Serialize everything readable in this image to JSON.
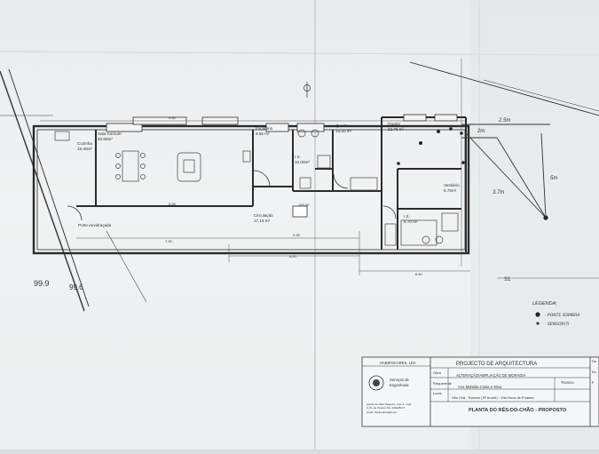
{
  "rooms": {
    "sala": {
      "name": "Sala Comum",
      "area": "50.60m²"
    },
    "cozinha": {
      "name": "Cozinha",
      "area": "15.40m²"
    },
    "escritorio": {
      "name": "Escritório",
      "area": "9.65 m²"
    },
    "quarto1": {
      "name": "Quarto",
      "area": "14.50 m²"
    },
    "quarto2": {
      "name": "Quarto",
      "area": "22.75 m²"
    },
    "is1": {
      "name": "I.S.",
      "area": "10.00m²"
    },
    "vestiario": {
      "name": "Vestiário",
      "area": "5.75m²"
    },
    "is2": {
      "name": "I.S.",
      "area": "6.70 m²"
    },
    "circulacao": {
      "name": "Circulação",
      "area": "17.15 m²"
    },
    "porte": {
      "name": "Porte envidraçada"
    }
  },
  "dimensions": {
    "d1": "5.60",
    "d2": "5.06",
    "d3": "9.35",
    "d4": "100.00",
    "d5": "7.30",
    "d6": "6.40",
    "d7": "6.40",
    "d8": "99.9",
    "d9": "99.6",
    "d10": "S1"
  },
  "handwritten": {
    "m1": "2.5m",
    "m2": "2m",
    "m3": "5m",
    "m4": "3.7m",
    "legend_title": "LEGENDA:",
    "legend1": "- PONTE SOMBRA",
    "legend2": "- SENSOR(?)"
  },
  "title_block": {
    "company": "HABIPOCARES, LDA",
    "services1": "Serviços de",
    "services2": "Engenharia",
    "address": "Quinta de Vale Vaqueiro, Lote 1 - Apd.",
    "address2": "3, PL de Poiares     Tel. 239428171",
    "email": "email: habipoiares@iol.pt",
    "project": "PROJECTO DE ARQUITECTURA",
    "obra_label": "Obra",
    "obra": "ALTERAÇÃO/AMPLIAÇÃO DE MORADIA",
    "requerente_label": "Requerente",
    "requerente": "Ana Mafalda Costa e Silva",
    "local_label": "Local",
    "local": "Vila Chã - Poiares (Sª André) - Vila Nova de Poiares",
    "tecnico": "Técnico",
    "drawing": "PLANTA DO RÉS-DO-CHÃO - PROPOSTO",
    "de": "De",
    "es": "Es",
    "p": "P"
  }
}
